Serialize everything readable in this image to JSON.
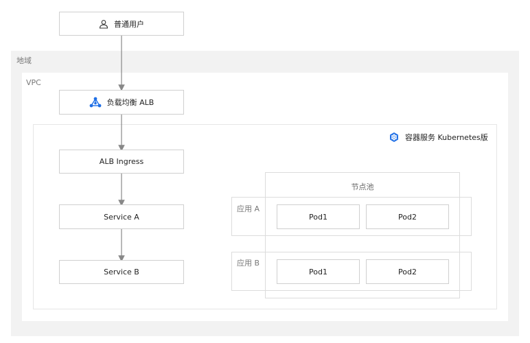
{
  "user": {
    "label": "普通用户",
    "icon": "user-icon"
  },
  "region": {
    "label": "地域"
  },
  "vpc": {
    "label": "VPC"
  },
  "alb": {
    "label": "负载均衡 ALB",
    "icon": "load-balancer-icon",
    "icon_color": "#1f6fe6"
  },
  "cluster": {
    "label": "容器服务 Kubernetes版",
    "icon": "kubernetes-icon",
    "icon_color": "#1f6fe6"
  },
  "ingress": {
    "label": "ALB Ingress"
  },
  "service_a": {
    "label": "Service A"
  },
  "service_b": {
    "label": "Service B"
  },
  "node_pool": {
    "label": "节点池"
  },
  "app_a": {
    "label": "应用 A",
    "pods": [
      "Pod1",
      "Pod2"
    ]
  },
  "app_b": {
    "label": "应用 B",
    "pods": [
      "Pod1",
      "Pod2"
    ]
  },
  "colors": {
    "region_bg": "#f2f2f2",
    "arrow": "#888888",
    "border": "#cfcfcf"
  }
}
